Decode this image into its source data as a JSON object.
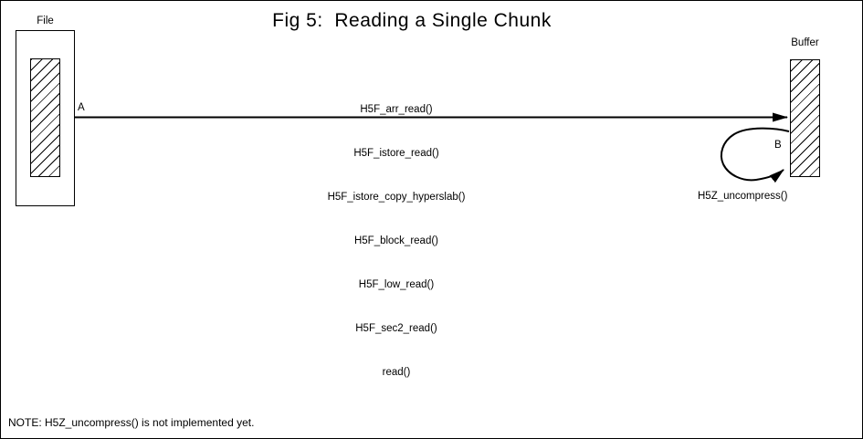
{
  "title": "Fig 5:  Reading a Single Chunk",
  "file": {
    "label": "File"
  },
  "buffer": {
    "label": "Buffer"
  },
  "arrow_a": {
    "label": "A",
    "functions": [
      "H5F_arr_read()",
      "H5F_istore_read()",
      "H5F_istore_copy_hyperslab()",
      "H5F_block_read()",
      "H5F_low_read()",
      "H5F_sec2_read()",
      "read()"
    ]
  },
  "arrow_b": {
    "label": "B",
    "function": "H5Z_uncompress()"
  },
  "note": "NOTE: H5Z_uncompress() is not implemented yet.",
  "colors": {
    "ink": "#000000",
    "background": "#ffffff"
  }
}
